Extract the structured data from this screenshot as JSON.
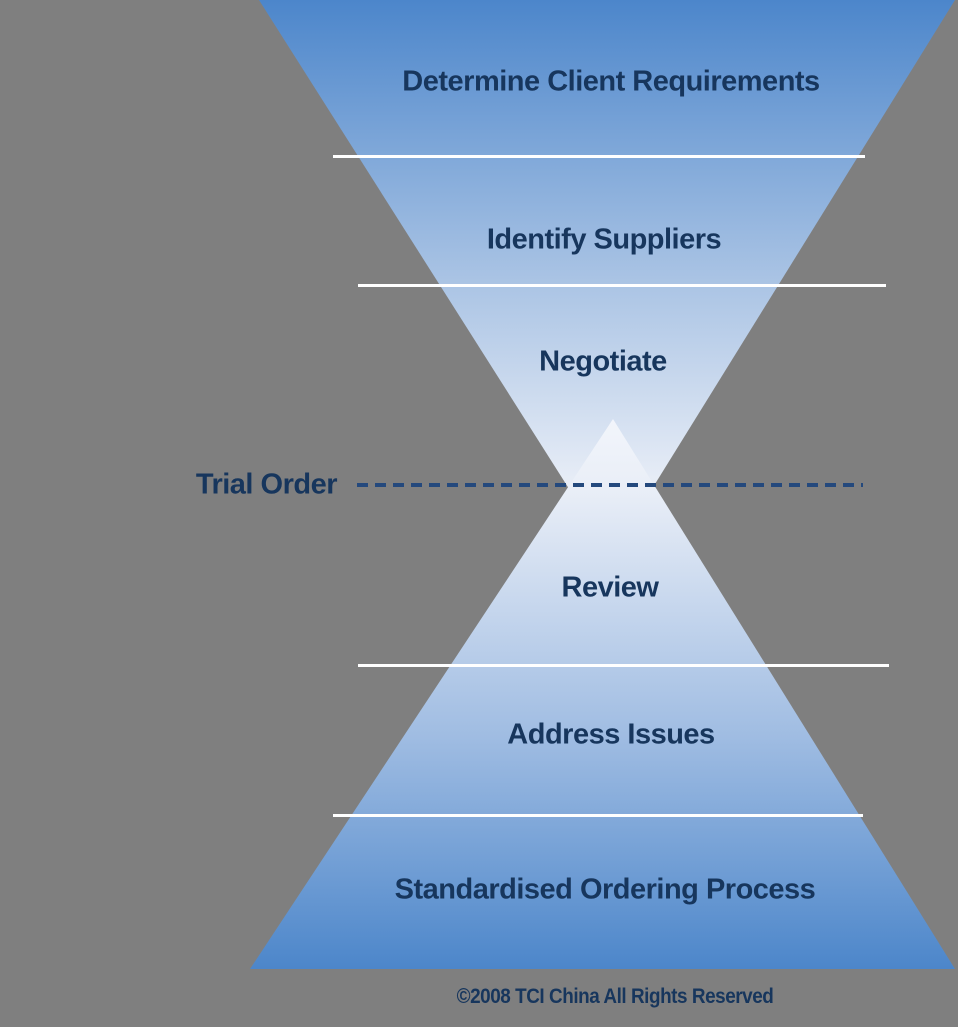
{
  "diagram": {
    "stages": [
      {
        "label": "Determine Client Requirements"
      },
      {
        "label": "Identify Suppliers"
      },
      {
        "label": "Negotiate"
      },
      {
        "label": "Review"
      },
      {
        "label": "Address Issues"
      },
      {
        "label": "Standardised Ordering Process"
      }
    ],
    "waist_label": "Trial Order"
  },
  "footer": {
    "copyright": "©2008 TCI China All Rights Reserved"
  },
  "colors": {
    "background": "#7F7F7F",
    "funnel_top": "#4C86CB",
    "funnel_waist": "#E9EEF7",
    "funnel_bottom": "#4C86CA",
    "text": "#17365D",
    "divider_line": "#FFFFFF",
    "dashed_line": "#24497D"
  }
}
